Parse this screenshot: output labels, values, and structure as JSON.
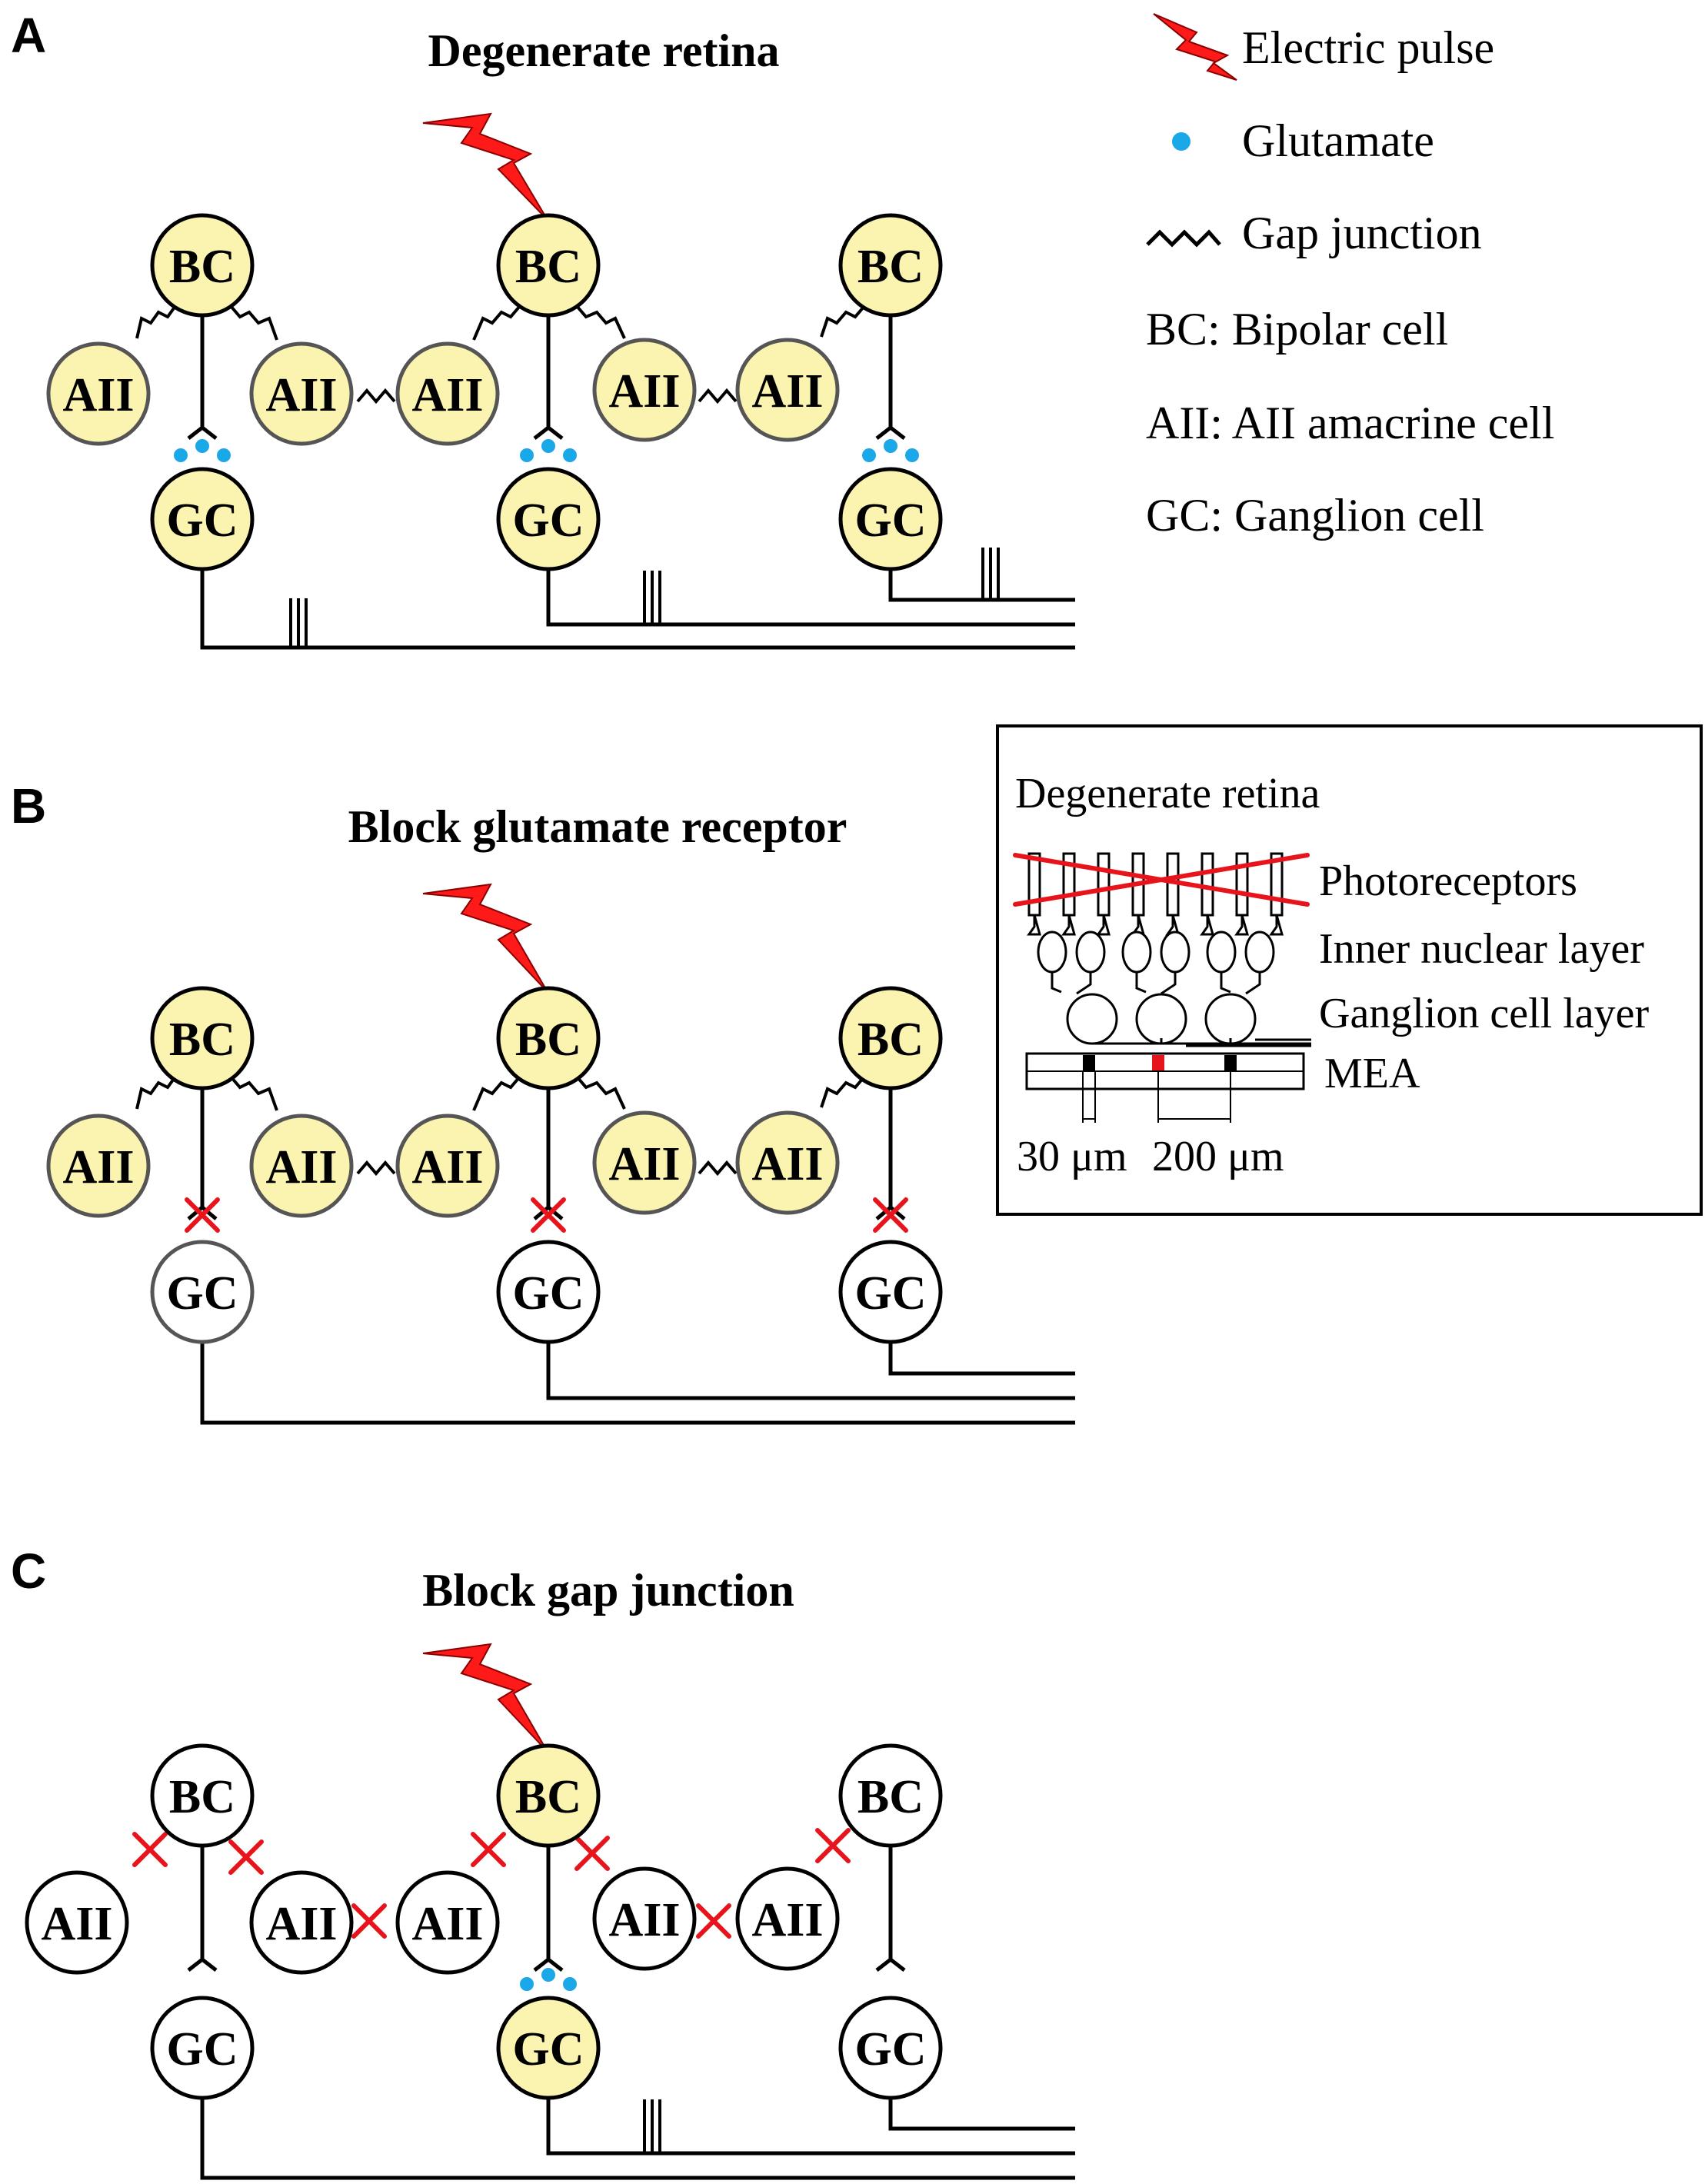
{
  "colors": {
    "active_cell": "#fbf3b0",
    "inactive_cell": "#ffffff",
    "pulse": "#ff1a1a",
    "glutamate": "#1aa8e8",
    "block_mark": "#e8141c"
  },
  "legend": {
    "electric_pulse": "Electric pulse",
    "glutamate": "Glutamate",
    "gap_junction": "Gap junction",
    "bc_def": "BC: Bipolar cell",
    "aii_def": "AII: AII amacrine cell",
    "gc_def": "GC: Ganglion cell"
  },
  "cell_labels": {
    "bc": "BC",
    "aii": "AII",
    "gc": "GC"
  },
  "panels": [
    {
      "letter": "A",
      "title": "Degenerate retina"
    },
    {
      "letter": "B",
      "title": "Block glutamate receptor"
    },
    {
      "letter": "C",
      "title": "Block gap junction"
    }
  ],
  "inset": {
    "title": "Degenerate retina",
    "layers": [
      "Photoreceptors",
      "Inner nuclear layer",
      "Ganglion cell layer",
      "MEA"
    ],
    "scale_small": "30 μm",
    "scale_large": "200 μm"
  }
}
